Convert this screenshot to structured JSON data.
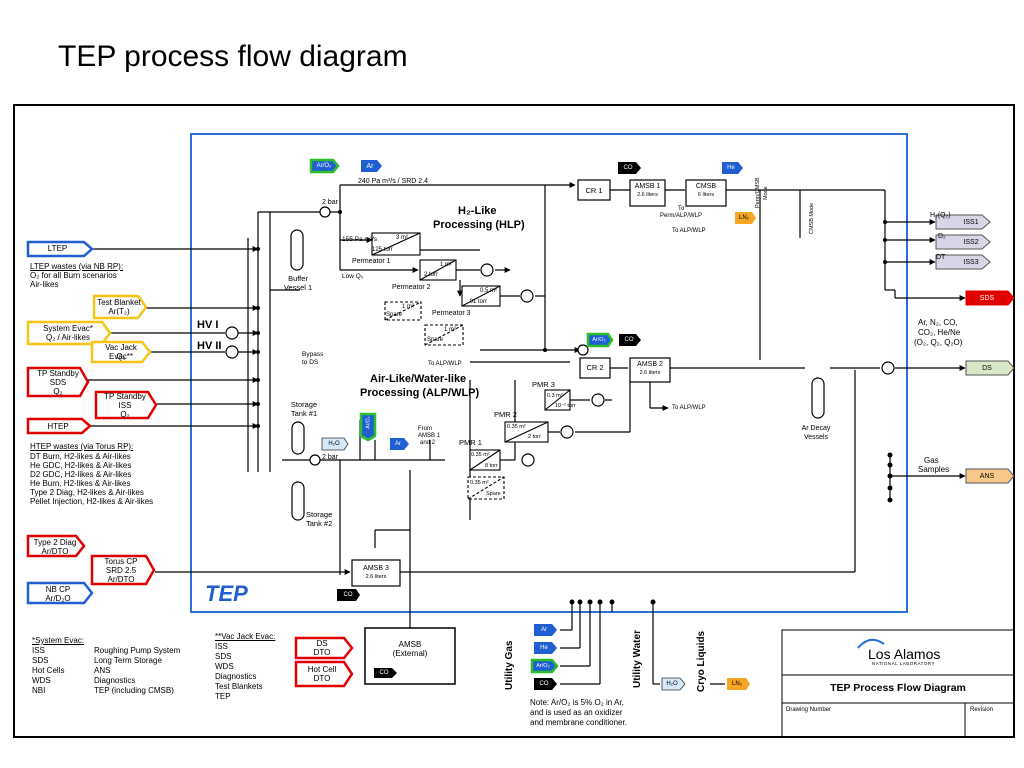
{
  "page_title": "TEP process flow diagram",
  "colors": {
    "tep_box": "#2a6fd6",
    "red": "#e00000",
    "blue": "#1f5fd1",
    "yellow": "#f5c518",
    "green_border": "#2dbd2d",
    "orange": "#f6a623",
    "gray_tag": "#c0c0c0",
    "ds_fill": "#d8e8c8",
    "iss_fill": "#d6d6e6"
  },
  "inputs": {
    "ltep": "LTEP",
    "ltep_wastes_title": "LTEP wastes (via NB RP):",
    "ltep_wastes_1": "O₂ for all Burn scenarios",
    "ltep_wastes_2": "Air-likes",
    "test_blanket_1": "Test Blanket",
    "test_blanket_2": "Ar(T₂)",
    "system_evac_1": "System Evac*",
    "system_evac_2": "Q₂ / Air-likes",
    "vac_jack_1": "Vac Jack Evac**",
    "vac_jack_2": "Q₂",
    "hv1": "HV I",
    "hv2": "HV II",
    "tp_standby_sds_1": "TP Standby",
    "tp_standby_sds_2": "SDS",
    "tp_standby_sds_3": "Q₂",
    "tp_standby_iss_1": "TP Standby",
    "tp_standby_iss_2": "ISS",
    "tp_standby_iss_3": "Q₂",
    "htep": "HTEP",
    "htep_wastes_title": "HTEP wastes (via Torus RP):",
    "htep_wastes": [
      "DT Burn, H2-likes & Air-likes",
      "He GDC, H2-likes & Air-likes",
      "D2 GDC, H2-likes & Air-likes",
      "He Burn, H2-likes & Air-likes",
      "Type 2 Diag, H2-likes & Air-likes",
      "Pellet Injection, H2-likes & Air-likes"
    ],
    "type2_1": "Type 2 Diag",
    "type2_2": "Ar/DTO",
    "torus_cp_1": "Torus CP",
    "torus_cp_2": "SRD 2.5",
    "torus_cp_3": "Ar/DTO",
    "nbcp_1": "NB CP",
    "nbcp_2": "Ar/D₂O"
  },
  "process": {
    "ar_o2": "Ar/O₂",
    "ar": "Ar",
    "flow_240": "240 Pa m³/s / SRD 2.4",
    "two_bar_top": "2 bar",
    "hlp_title_1": "H₂-Like",
    "hlp_title_2": "Processing (HLP)",
    "flow_155": "155 Pa m³/s",
    "low_q2": "Low Q₂",
    "perm1": "Permeator 1",
    "perm1_box_1": "3 m²",
    "perm1_box_2": "125 torr",
    "perm2": "Permeator 2",
    "perm2_box_1": "1 m²",
    "perm2_box_2": "2 torr",
    "perm3": "Permeator 3",
    "perm3_box_1": "0.5 m²",
    "perm3_box_2": ".01 torr",
    "spare_1m": "1 m²",
    "spare": "Spare",
    "buffer_1": "Buffer",
    "buffer_2": "Vessel 1",
    "bypass_1": "Bypass",
    "bypass_2": "to DS",
    "cr1": "CR 1",
    "amsb1_1": "AMSB 1",
    "amsb1_2": "2.6 liters",
    "cmsb_1": "CMSB",
    "cmsb_2": "6 liters",
    "co": "CO",
    "he": "He",
    "ln2": "LN₂",
    "to_perm_1": "To",
    "to_perm_2": "Perm/ALP/WLP",
    "to_alp_wlp": "To ALP/WLP",
    "perm_cmsb_mode_1": "Perm/CMSB",
    "perm_cmsb_mode_2": "Mode",
    "cmsb_mode": "CMSB Mode",
    "alp_title_1": "Air-Like/Water-like",
    "alp_title_2": "Processing (ALP/WLP)",
    "cr2": "CR 2",
    "amsb2_1": "AMSB 2",
    "amsb2_2": "2.6 liters",
    "pmr3": "PMR 3",
    "pmr3_box_1": "0.3 m²",
    "pmr3_box_2": "10⁻² torr",
    "pmr2": "PMR 2",
    "pmr2_box_1": "0.35 m²",
    "pmr2_box_2": "2 torr",
    "pmr1": "PMR 1",
    "pmr1_box_1": "0.35 m²",
    "pmr1_box_2": "8 torr",
    "spare_035": "0.35 m²",
    "storage1_1": "Storage",
    "storage1_2": "Tank #1",
    "storage2_1": "Storage",
    "storage2_2": "Tank #2",
    "h2o": "H₂O",
    "two_bar_low": "2 bar",
    "from_amsb_1": "From",
    "from_amsb_2": "AMSB 1",
    "from_amsb_3": "and 2",
    "amsb3_1": "AMSB 3",
    "amsb3_2": "2.6 liters",
    "ar_decay_1": "Ar Decay",
    "ar_decay_2": "Vessels",
    "tep_label": "TEP"
  },
  "outputs": {
    "h2_q2": "H₂(Q₂)",
    "d2": "D₂",
    "dt": "DT",
    "iss1": "ISS1",
    "iss2": "ISS2",
    "iss3": "ISS3",
    "sds": "SDS",
    "ds_gases_1": "Ar, N₂, CO,",
    "ds_gases_2": "CO₂, He/Ne",
    "ds_gases_3": "(O₂, Q₂, Q₂O)",
    "ds": "DS",
    "gas_samples_1": "Gas",
    "gas_samples_2": "Samples",
    "ans": "ANS"
  },
  "legend": {
    "system_evac_title": "*System Evac:",
    "system_evac_rows": [
      [
        "ISS",
        "Roughing Pump System"
      ],
      [
        "SDS",
        "Long Term Storage"
      ],
      [
        "Hot Cells",
        "ANS"
      ],
      [
        "WDS",
        "Diagnostics"
      ],
      [
        "NBI",
        "TEP (including CMSB)"
      ]
    ],
    "vac_jack_title": "**Vac Jack Evac:",
    "vac_jack_rows": [
      "ISS",
      "SDS",
      "WDS",
      "Diagnostics",
      "Test Blankets",
      "TEP"
    ],
    "ds_dto_1": "DS",
    "ds_dto_2": "DTO",
    "hotcell_1": "Hot Cell",
    "hotcell_2": "DTO",
    "amsb_ext_1": "AMSB",
    "amsb_ext_2": "(External)",
    "co": "CO"
  },
  "utilities": {
    "utility_gas": "Utility Gas",
    "ar": "Ar",
    "he": "He",
    "ar_o2": "Ar/O₂",
    "co": "CO",
    "utility_water": "Utility Water",
    "h2o": "H₂O",
    "cryo_liquids": "Cryo Liquids",
    "ln2": "LN₂",
    "note_1": "Note:  Ar/O₂ is 5% O₂ in Ar,",
    "note_2": "and is used as an oxidizer",
    "note_3": "and membrane conditioner."
  },
  "title_block": {
    "logo": "Los Alamos",
    "logo_sub": "NATIONAL LABORATORY",
    "drawing_title": "TEP Process Flow Diagram",
    "drawing_number": "Drawing Number",
    "revision": "Revision"
  }
}
